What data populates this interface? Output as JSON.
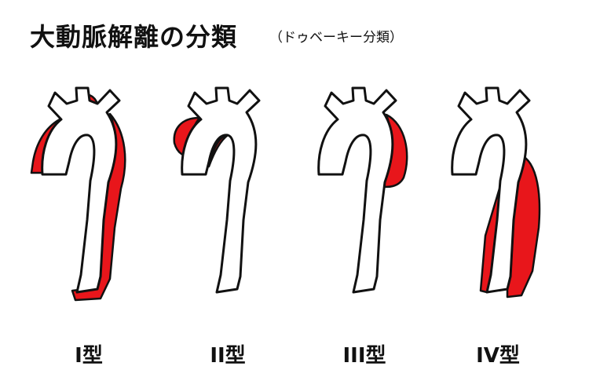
{
  "title": "大動脈解離の分類",
  "subtitle": "（ドゥベーキー分類）",
  "types": [
    {
      "label": "I型"
    },
    {
      "label": "II型"
    },
    {
      "label": "III型"
    },
    {
      "label": "IV型"
    }
  ],
  "colors": {
    "dissection": "#e8161b",
    "outline": "#111111",
    "background": "#ffffff"
  }
}
